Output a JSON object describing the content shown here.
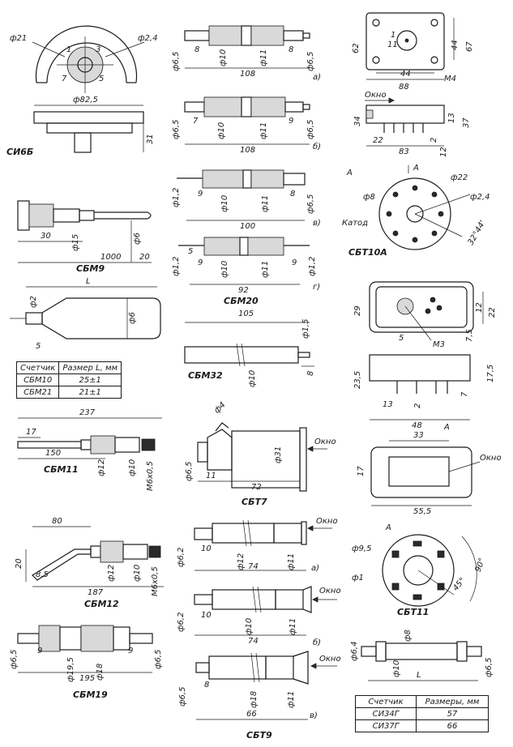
{
  "si6b": {
    "caption": "СИ6Б",
    "d_outer": "ф21",
    "d_pin": "ф2,4",
    "pin_1": "1",
    "pin_3": "3",
    "pin_7": "7",
    "pin_5": "5",
    "d_flange": "ф82,5",
    "height": "31"
  },
  "sbm9": {
    "caption": "СБМ9",
    "len_30": "30",
    "d15": "ф15",
    "d6": "ф6",
    "len_1000": "1000",
    "len_20": "20"
  },
  "sbm10_21": {
    "len_label": "L",
    "d2": "ф2",
    "d6": "ф6",
    "len_5": "5",
    "table": {
      "headers": [
        "Счетчик",
        "Размер L, мм"
      ],
      "rows": [
        [
          "СБМ10",
          "25±1"
        ],
        [
          "СБМ21",
          "21±1"
        ]
      ]
    }
  },
  "sbm11": {
    "caption": "СБМ11",
    "len_237": "237",
    "len_17": "17",
    "len_150": "150",
    "d12": "ф12",
    "d10": "ф10",
    "thread": "М6х0,5"
  },
  "sbm12": {
    "caption": "СБМ12",
    "len_80": "80",
    "len_20": "20",
    "len_85": "8,5",
    "len_187": "187",
    "d12": "ф12",
    "d10": "ф10",
    "thread": "М6х0,5"
  },
  "sbm19": {
    "caption": "СБМ19",
    "d65_left": "ф6,5",
    "len_9_left": "9",
    "d195": "ф19,5",
    "d18": "ф18",
    "len_9_right": "9",
    "d65_right": "ф6,5",
    "len_195": "195"
  },
  "sbm20": {
    "caption": "СБМ20",
    "a": {
      "tag": "а)",
      "d65_left": "ф6,5",
      "len_8_left": "8",
      "d10": "ф10",
      "d11": "ф11",
      "len_8_right": "8",
      "d65_right": "ф6,5",
      "len_108": "108"
    },
    "b": {
      "tag": "б)",
      "d65_left": "ф6,5",
      "len_7": "7",
      "d10": "ф10",
      "d11": "ф11",
      "len_9": "9",
      "d65_right": "ф6,5",
      "len_108": "108"
    },
    "v": {
      "tag": "в)",
      "d12": "ф1,2",
      "len_9": "9",
      "d10": "ф10",
      "d11": "ф11",
      "len_8": "8",
      "d65": "ф6,5",
      "len_100": "100"
    },
    "g": {
      "tag": "г)",
      "d12_left": "ф1,2",
      "len_5": "5",
      "len_9_left": "9",
      "d10": "ф10",
      "d11": "ф11",
      "len_9_right": "9",
      "d12_right": "ф1,2",
      "len_92": "92"
    }
  },
  "sbm32": {
    "caption": "СБМ32",
    "len_105": "105",
    "d15": "ф1,5",
    "len_8": "8",
    "d10": "ф10"
  },
  "sbt7": {
    "caption": "СБТ7",
    "d4": "ф4",
    "d65": "ф6,5",
    "len_11": "11",
    "d31": "ф31",
    "window": "Окно",
    "len_72": "72"
  },
  "sbt9": {
    "caption": "СБТ9",
    "a": {
      "tag": "а)",
      "window": "Окно",
      "d62": "ф6,2",
      "len_10": "10",
      "d12": "ф12",
      "d11": "ф11",
      "len_74": "74"
    },
    "b": {
      "tag": "б)",
      "window": "Окно",
      "d62": "ф6,2",
      "len_10": "10",
      "d10": "ф10",
      "d11": "ф11",
      "len_74": "74"
    },
    "v": {
      "tag": "в)",
      "window": "Окно",
      "d65": "ф6,5",
      "len_8": "8",
      "d18": "ф18",
      "d11": "ф11",
      "len_66": "66"
    }
  },
  "top_right": {
    "dim_62": "62",
    "dim_44_v": "44",
    "dim_67": "67",
    "pin_1": "1",
    "pin_11": "11",
    "dim_44_h": "44",
    "dim_88": "88",
    "thread": "М4",
    "window": "Окно",
    "dim_34": "34",
    "dim_13": "13",
    "dim_37": "37",
    "dim_22": "22",
    "dim_83": "83",
    "dim_2": "2",
    "dim_12": "12"
  },
  "sbt10a": {
    "caption": "СБТ10А",
    "view": "А",
    "arrow_a": "А",
    "d22": "ф22",
    "d8": "ф8",
    "d24": "ф2,4",
    "cathode": "Катод",
    "angle": "32°44'"
  },
  "mid_right": {
    "dim_29": "29",
    "dim_12": "12",
    "dim_22": "22",
    "dim_5": "5",
    "thread": "М3",
    "dim_75": "7,5",
    "dim_235": "23,5",
    "dim_175": "17,5",
    "dim_7": "7",
    "dim_2": "2",
    "dim_13": "13",
    "dim_48": "48",
    "arrow_a": "А"
  },
  "window_box": {
    "dim_33": "33",
    "dim_17": "17",
    "window": "Окно",
    "dim_555": "55,5"
  },
  "sbt11": {
    "caption": "СБТ11",
    "view": "А",
    "d95": "ф9,5",
    "d1": "ф1",
    "angle_90": "90°",
    "angle_45": "45°"
  },
  "si34": {
    "d64": "ф6,4",
    "d8": "ф8",
    "d10": "ф10",
    "d65": "ф6,5",
    "len_label": "L",
    "table": {
      "headers": [
        "Счетчик",
        "Размеры, мм"
      ],
      "rows": [
        [
          "СИ34Г",
          "57"
        ],
        [
          "СИ37Г",
          "66"
        ]
      ]
    }
  }
}
